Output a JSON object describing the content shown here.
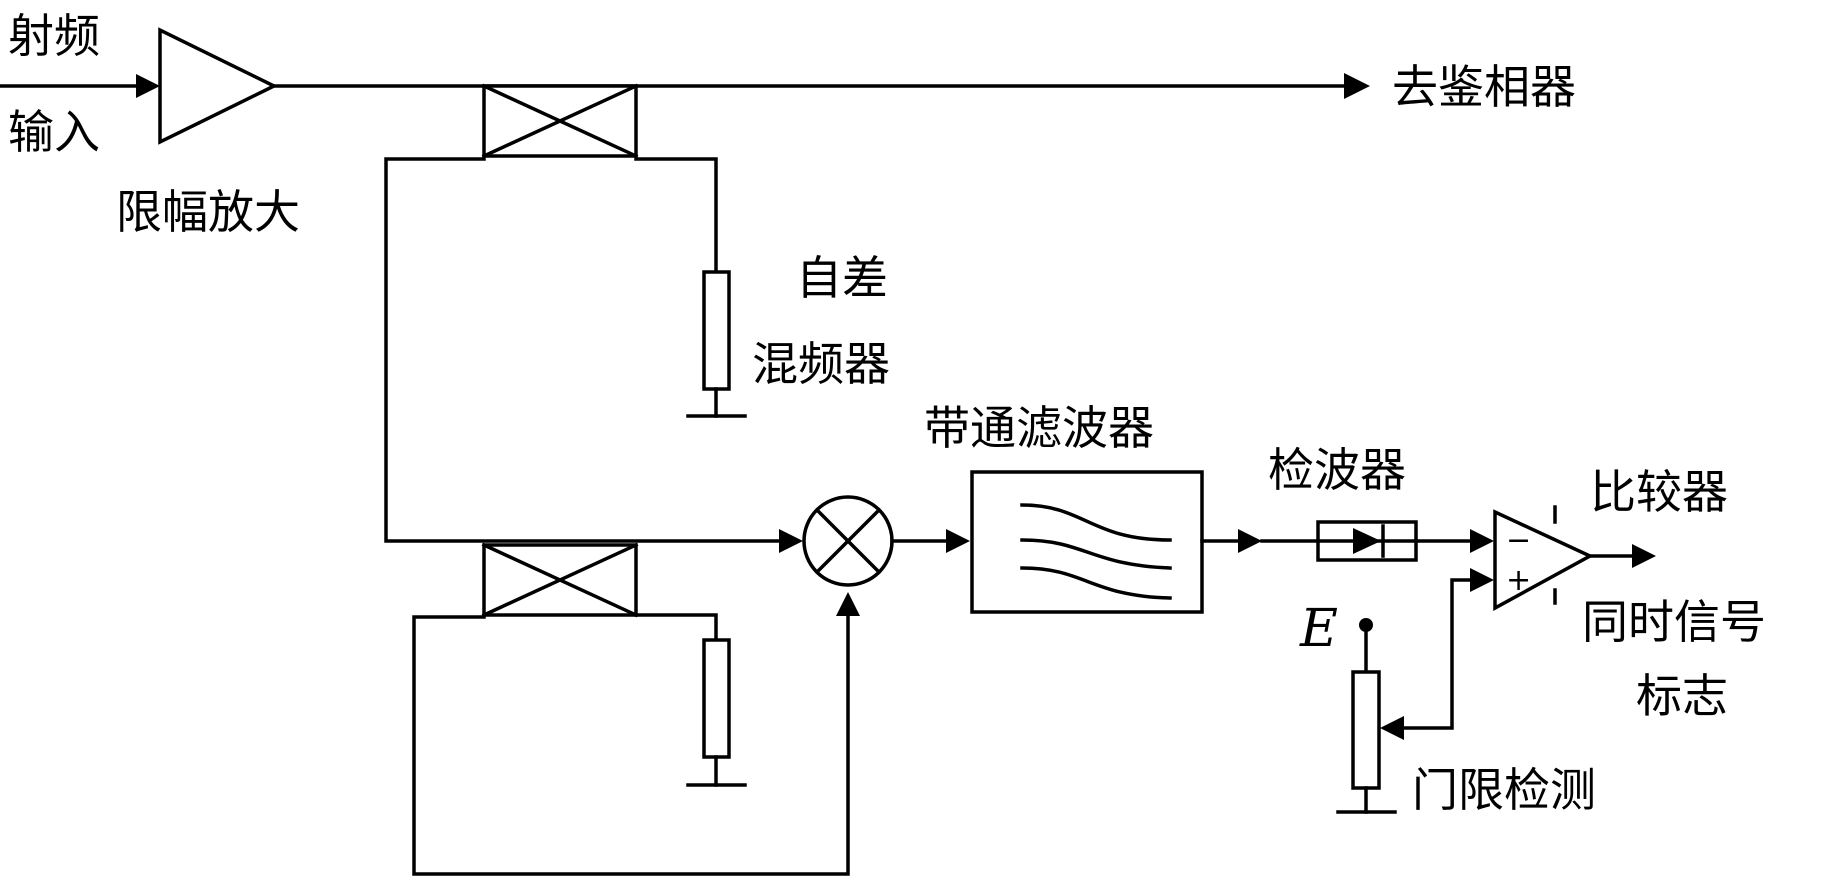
{
  "labels": {
    "rf_input_line1": "射频",
    "rf_input_line2": "输入",
    "limiting_amp": "限幅放大",
    "to_phase_detector": "去鉴相器",
    "self_mixer_line1": "自差",
    "self_mixer_line2": "混频器",
    "bandpass_filter": "带通滤波器",
    "detector": "检波器",
    "comparator": "比较器",
    "sync_flag_line1": "同时信号",
    "sync_flag_line2": "标志",
    "threshold_detect": "门限检测",
    "voltage_E": "E",
    "minus_sign": "−",
    "plus_sign": "+"
  }
}
